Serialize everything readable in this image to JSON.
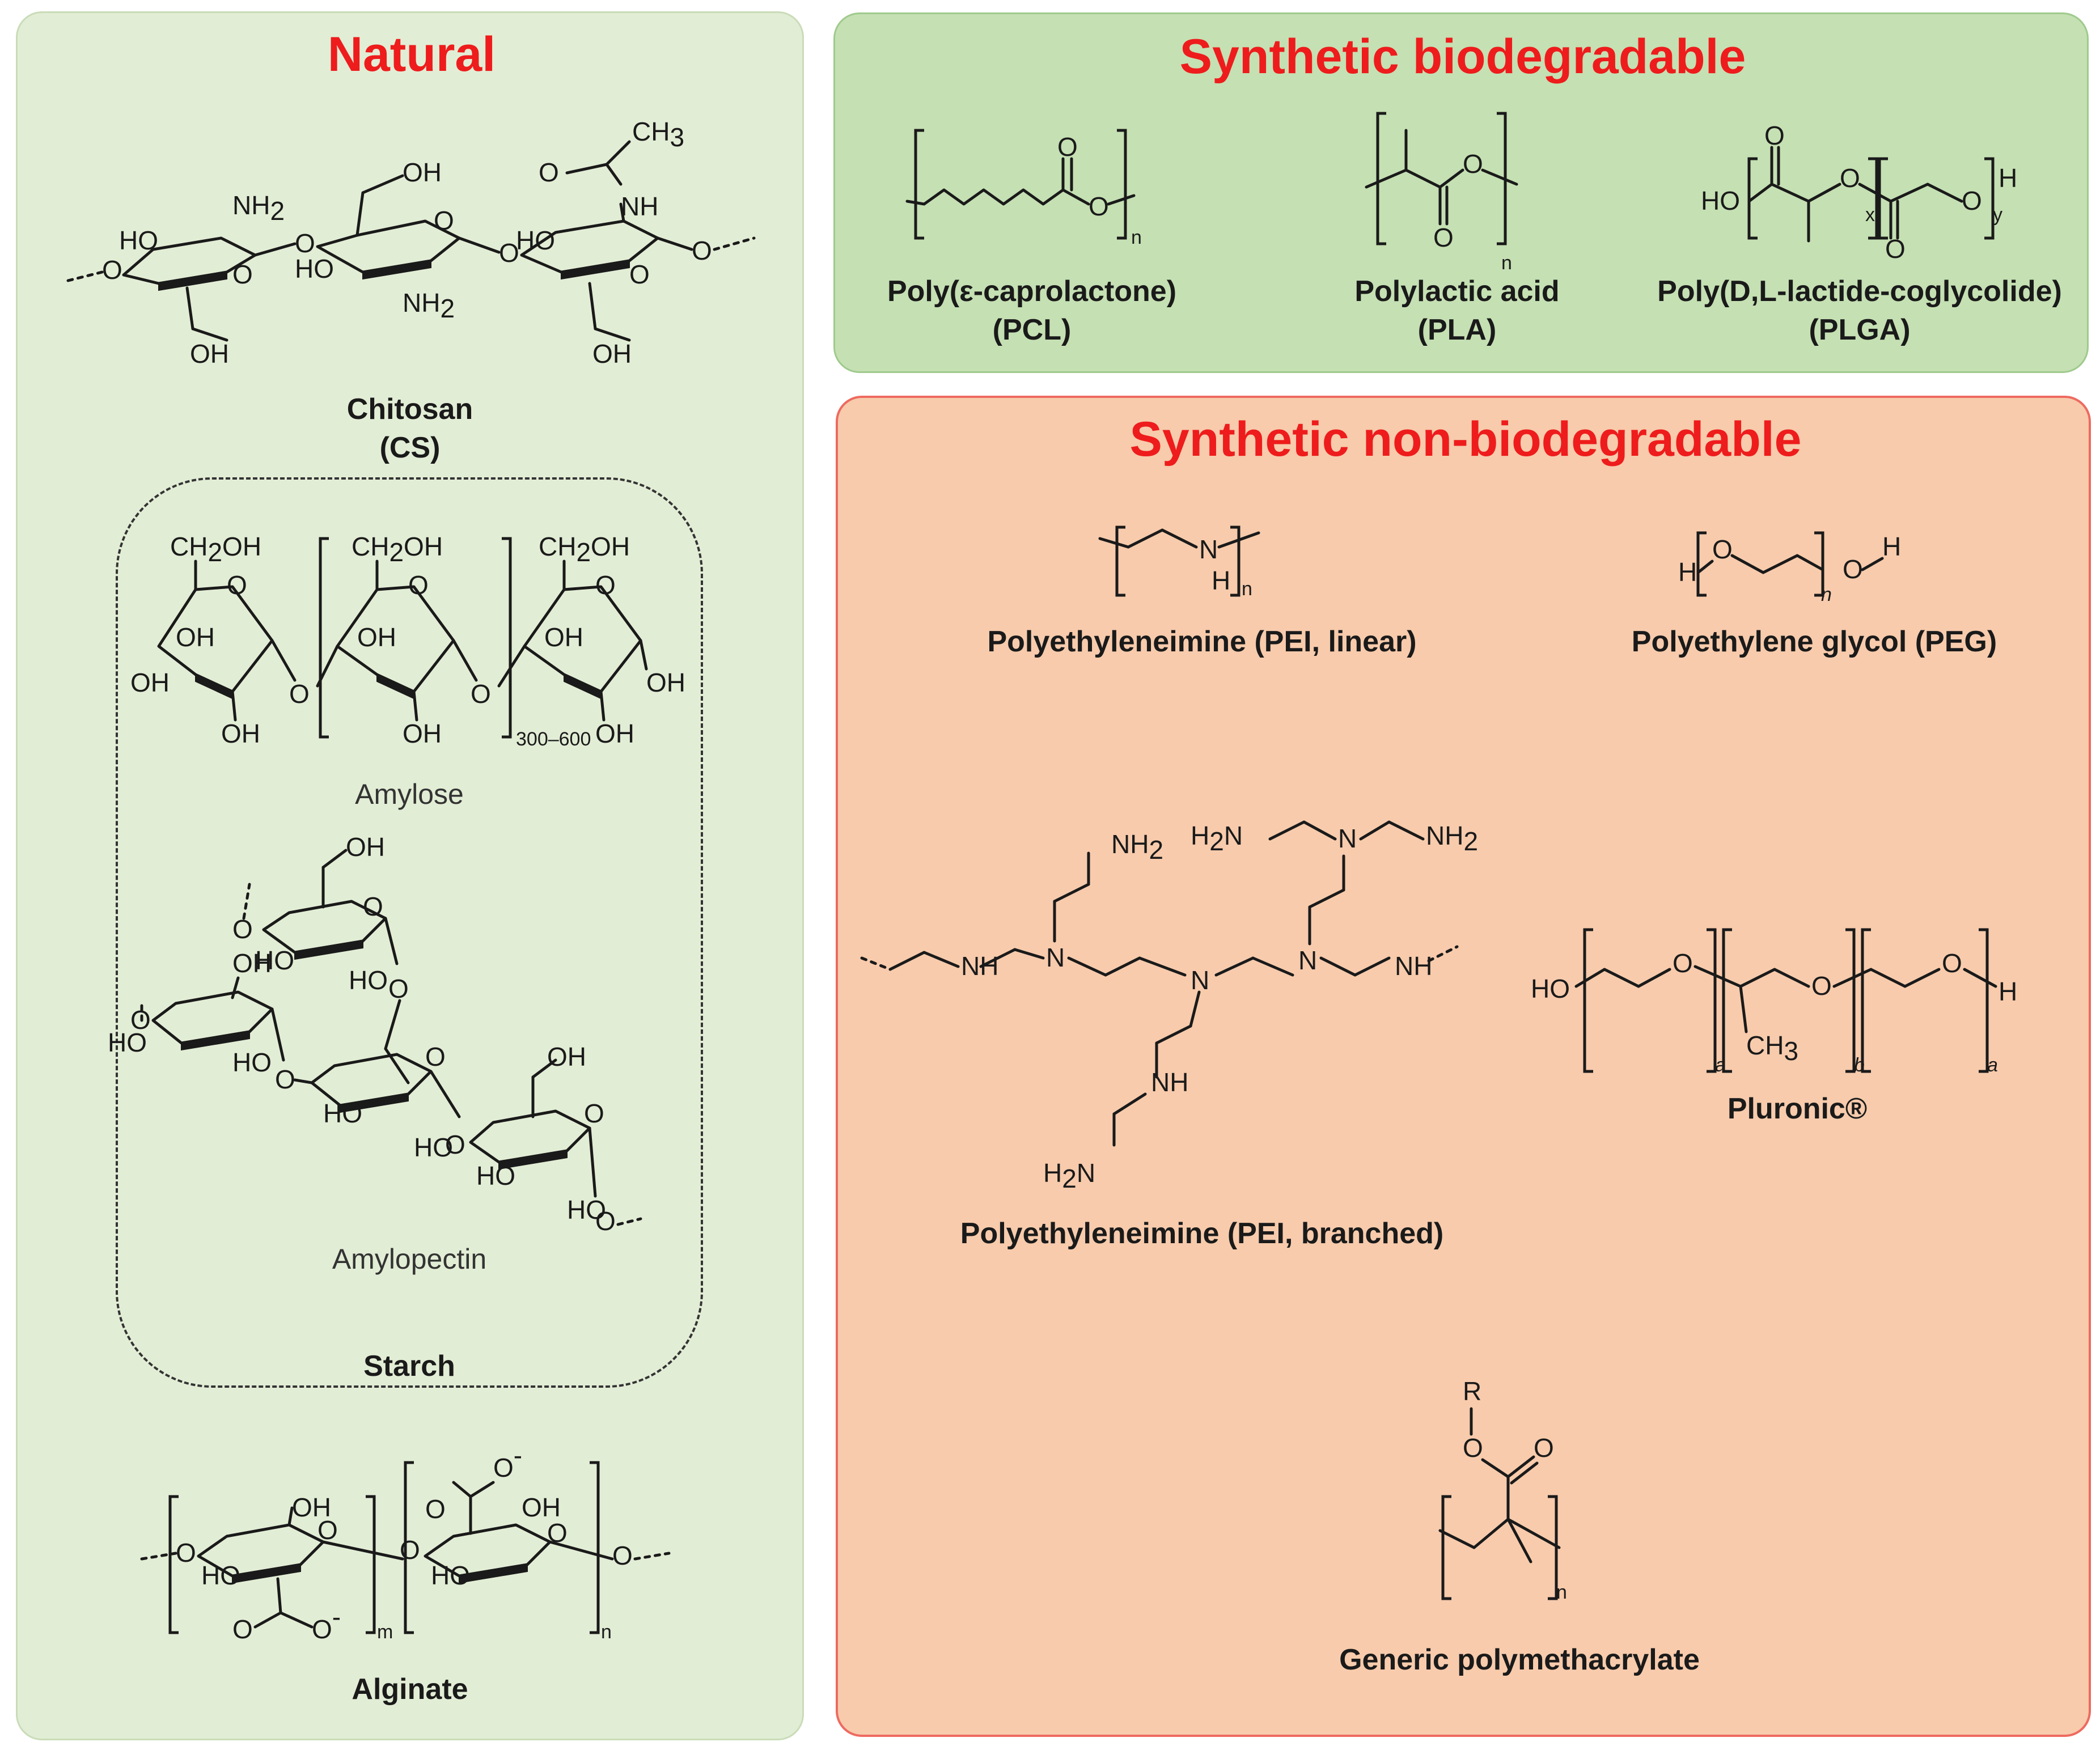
{
  "panels": {
    "natural": {
      "title": "Natural",
      "chitosan": {
        "name": "Chitosan",
        "abbr": "(CS)"
      },
      "starch": {
        "group_label": "Starch",
        "amylose": "Amylose",
        "amylopectin": "Amylopectin",
        "repeat": "300–600"
      },
      "alginate": {
        "name": "Alginate"
      }
    },
    "biodegradable": {
      "title": "Synthetic biodegradable",
      "pcl": {
        "name": "Poly(ε-caprolactone)",
        "abbr": "(PCL)"
      },
      "pla": {
        "name": "Polylactic acid",
        "abbr": "(PLA)"
      },
      "plga": {
        "name": "Poly(D,L-lactide-coglycolide)",
        "abbr": "(PLGA)"
      }
    },
    "nonbiodegradable": {
      "title": "Synthetic non-biodegradable",
      "pei_linear": {
        "name": "Polyethyleneimine (PEI, linear)"
      },
      "peg": {
        "name": "Polyethylene glycol (PEG)"
      },
      "pei_branched": {
        "name": "Polyethyleneimine (PEI, branched)"
      },
      "pluronic": {
        "name": "Pluronic®"
      },
      "polymethacrylate": {
        "name": "Generic polymethacrylate"
      }
    }
  },
  "atoms": {
    "oh": "OH",
    "ho": "HO",
    "o": "O",
    "nh2": "NH",
    "nh": "NH",
    "h2n": "H",
    "n": "N",
    "h": "H",
    "ch3": "CH",
    "ch2oh": "CH",
    "r": "R",
    "minus": "-",
    "idx_n": "n",
    "idx_m": "m",
    "idx_x": "x",
    "idx_y": "y",
    "idx_a": "a",
    "idx_b": "b",
    "sub2": "2",
    "sub3": "3",
    "oh_tail": "OH"
  }
}
